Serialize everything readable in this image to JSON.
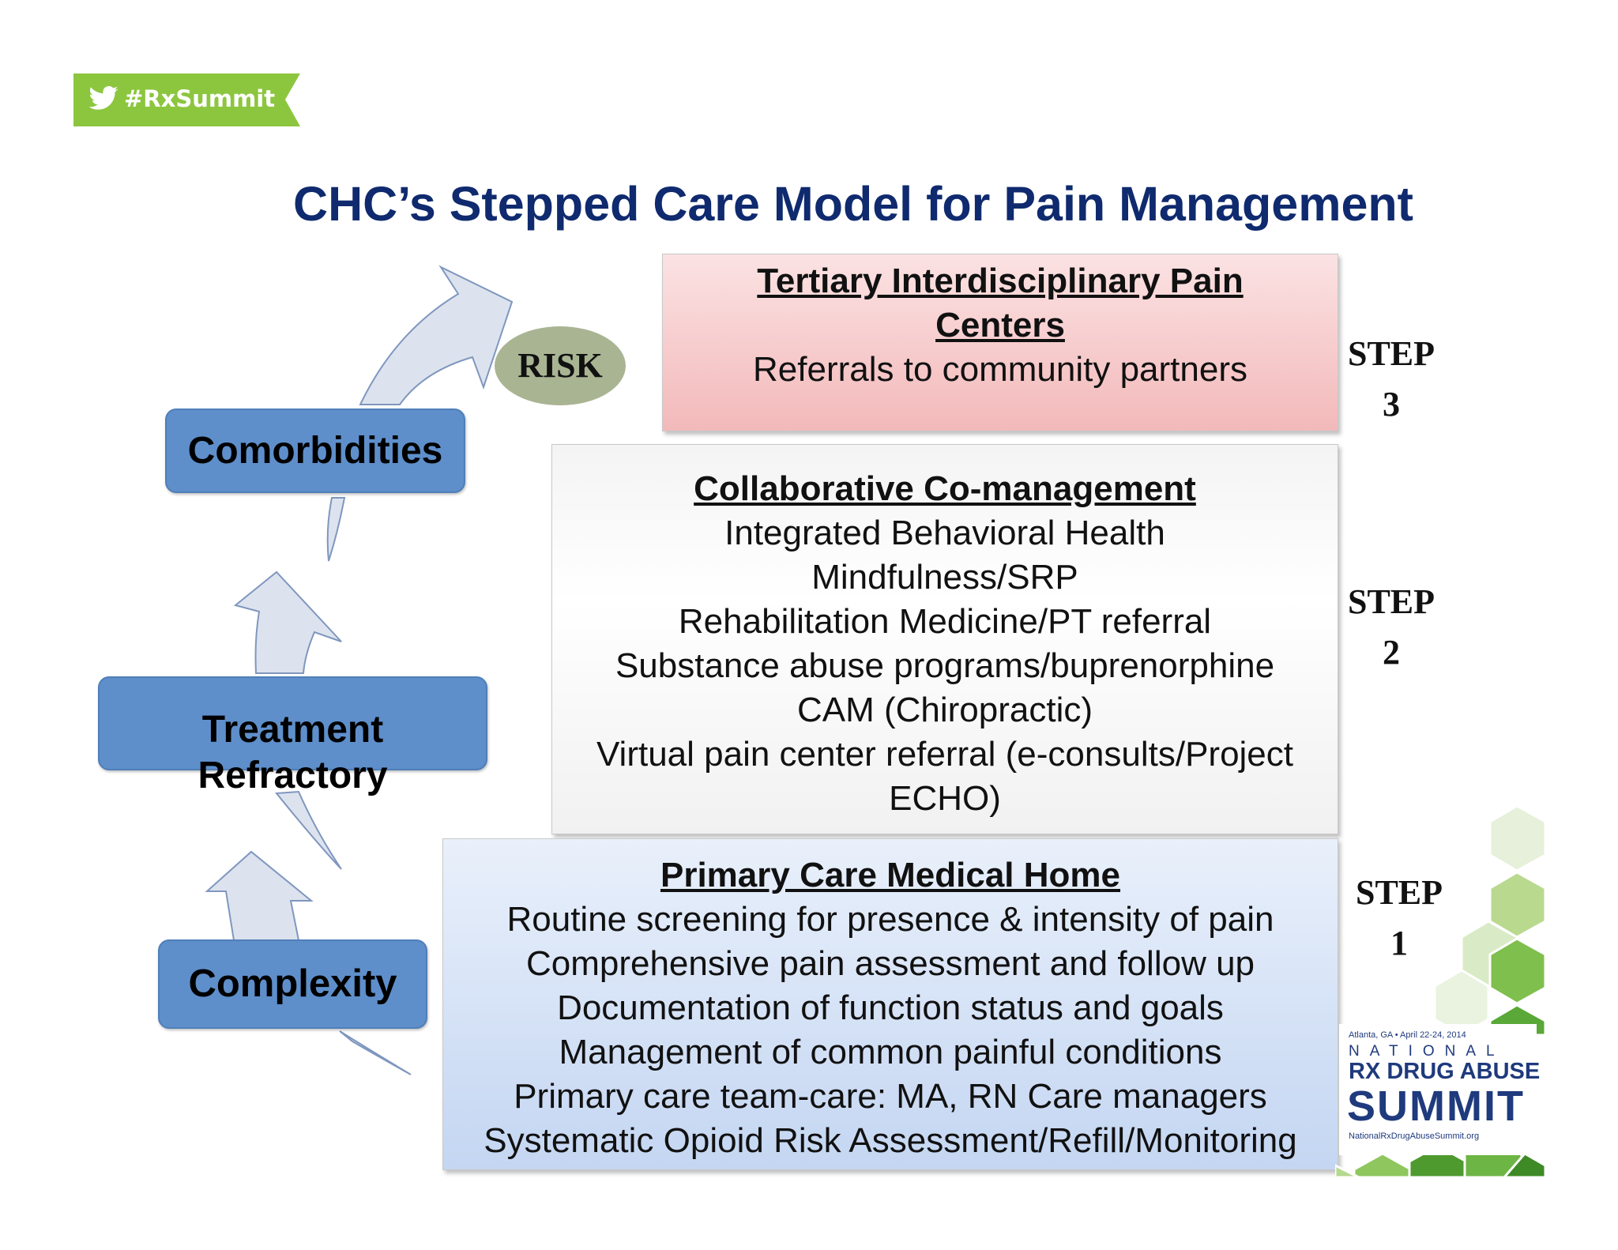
{
  "hashtag": "#RxSummit",
  "title": "CHC’s Stepped Care Model for Pain Management",
  "left": {
    "comorbidities": "Comorbidities",
    "treatment_1": "Treatment",
    "treatment_2": "Refractory",
    "complexity": "Complexity",
    "risk": "RISK"
  },
  "steps": {
    "step3": {
      "label_1": "STEP",
      "label_2": "3",
      "heading_1": "Tertiary Interdisciplinary Pain",
      "heading_2": "Centers",
      "items": [
        "Referrals to community partners"
      ]
    },
    "step2": {
      "label_1": "STEP",
      "label_2": "2",
      "heading": "Collaborative Co-management",
      "items": [
        "Integrated Behavioral Health",
        "Mindfulness/SRP",
        "Rehabilitation Medicine/PT referral",
        "Substance abuse programs/buprenorphine",
        "CAM (Chiropractic)",
        "Virtual pain center referral (e-consults/Project",
        "ECHO)"
      ]
    },
    "step1": {
      "label_1": "STEP",
      "label_2": "1",
      "heading": "Primary Care Medical Home",
      "items": [
        "Routine screening for presence & intensity of pain",
        "Comprehensive pain assessment and follow up",
        "Documentation of function status and goals",
        "Management of common painful conditions",
        "Primary care team-care: MA, RN Care managers",
        "Systematic Opioid Risk Assessment/Refill/Monitoring"
      ]
    }
  },
  "logo": {
    "location": "Atlanta, GA • April 22-24, 2014",
    "line1": "NATIONAL",
    "line2": "RX DRUG ABUSE",
    "line3": "SUMMIT",
    "url": "NationalRxDrugAbuseSummit.org"
  },
  "colors": {
    "title": "#0f2a6e",
    "pill": "#5e8fcb",
    "hashtag_bg": "#8cc63f",
    "risk": "#a9b493",
    "step3_bg": "#f3b9ba",
    "step1_bg": "#c4d6f2"
  }
}
